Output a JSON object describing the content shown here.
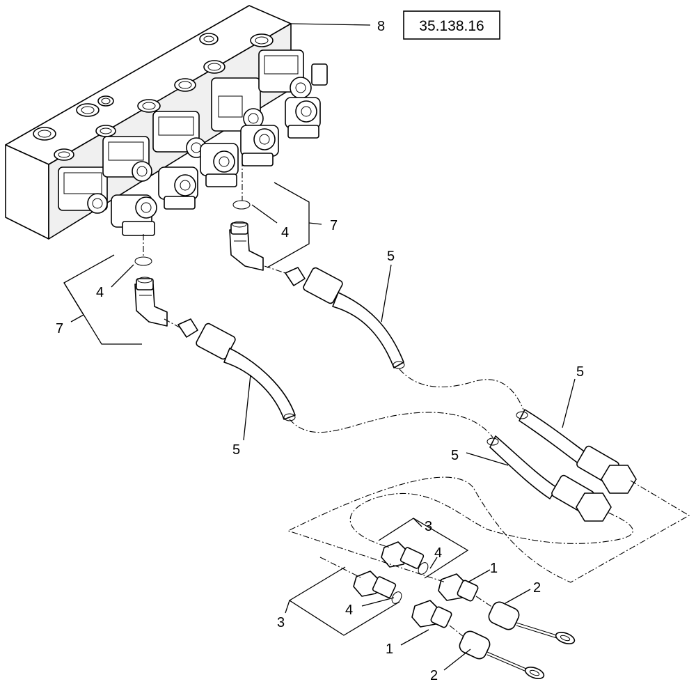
{
  "reference": {
    "label": "35.138.16"
  },
  "callouts": {
    "valve_block": "8",
    "fitting_kit_a": "7",
    "fitting_kit_b": "7",
    "oring_a": "4",
    "oring_b": "4",
    "oring_c": "4",
    "oring_d": "4",
    "hose_a": "5",
    "hose_b": "5",
    "hose_c": "5",
    "hose_d": "5",
    "adapter_kit_a": "3",
    "adapter_kit_b": "3",
    "plug_a": "1",
    "plug_b": "1",
    "cap_a": "2",
    "cap_b": "2"
  }
}
